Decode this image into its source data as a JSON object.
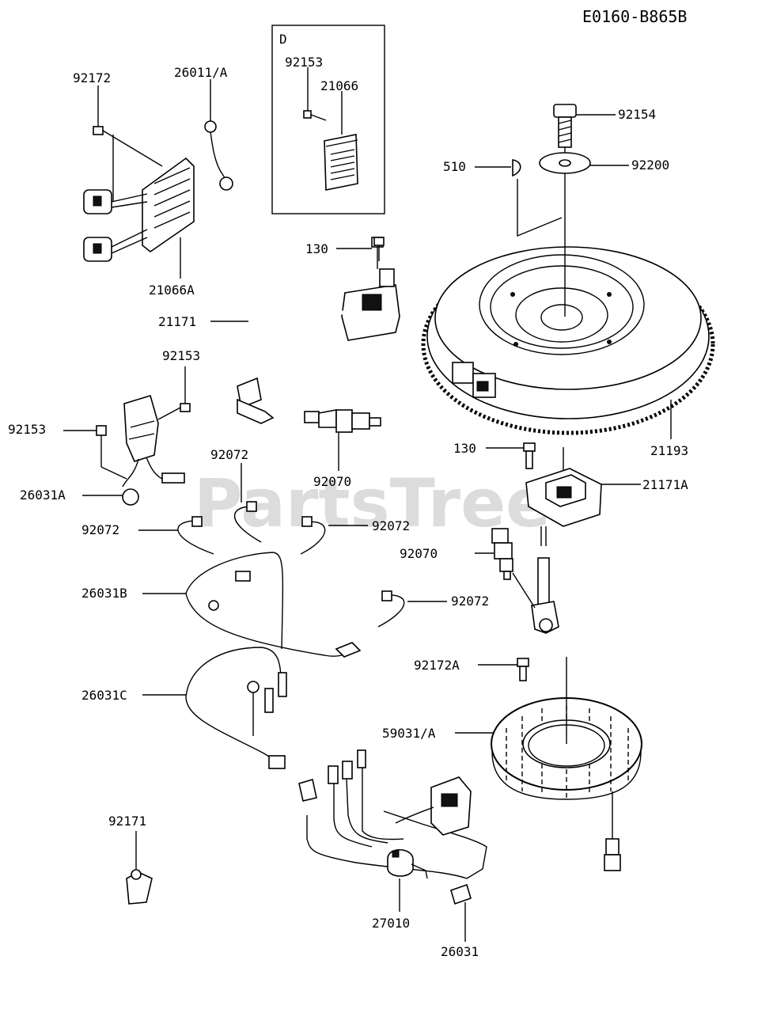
{
  "diagram_code": "E0160-B865B",
  "watermark": "PartsTree",
  "inset_label": "D",
  "labels": {
    "p92172": "92172",
    "p26011A": "26011/A",
    "p21066A": "21066A",
    "inset_92153": "92153",
    "inset_21066": "21066",
    "p92154": "92154",
    "p510": "510",
    "p92200": "92200",
    "p130_top": "130",
    "p21171": "21171",
    "p92153_mid": "92153",
    "p92153_left": "92153",
    "p26031A": "26031A",
    "p92072_a": "92072",
    "p92070_a": "92070",
    "p21193": "21193",
    "p130_mid": "130",
    "p21171A": "21171A",
    "p92072_b": "92072",
    "p92072_c": "92072",
    "p92070_b": "92070",
    "p26031B": "26031B",
    "p92072_d": "92072",
    "p92172A": "92172A",
    "p26031C": "26031C",
    "p59031A": "59031/A",
    "p92171": "92171",
    "p27010": "27010",
    "p26031": "26031"
  }
}
